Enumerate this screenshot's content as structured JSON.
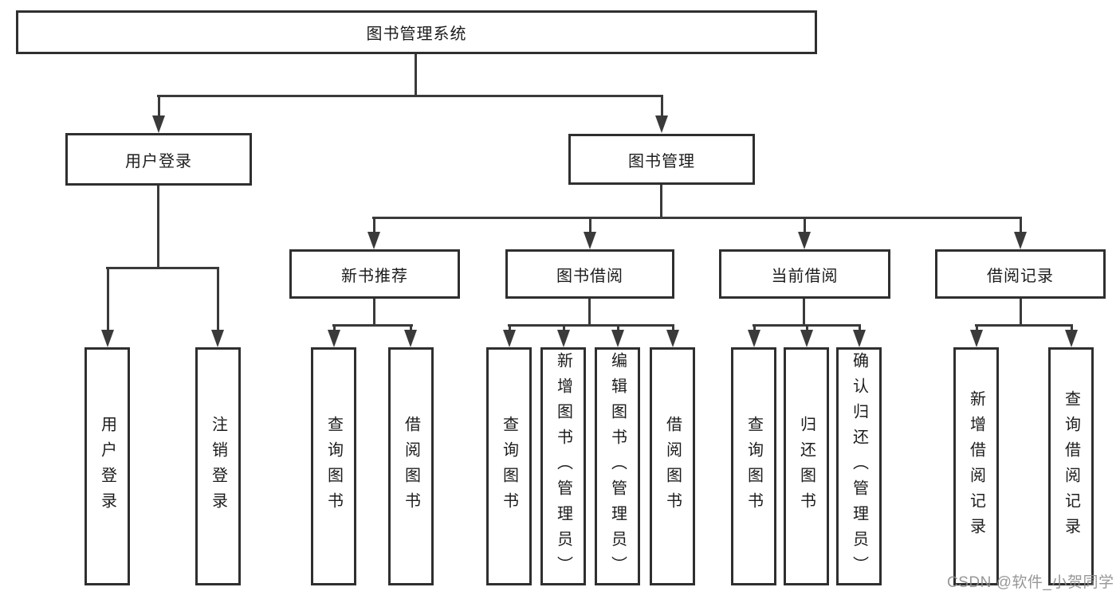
{
  "diagram": {
    "root": {
      "label": "图书管理系统"
    },
    "level2": [
      {
        "label": "用户登录",
        "children": [
          {
            "label": "用户登录"
          },
          {
            "label": "注销登录"
          }
        ]
      },
      {
        "label": "图书管理",
        "children": [
          {
            "label": "新书推荐",
            "children": [
              {
                "label": "查询图书"
              },
              {
                "label": "借阅图书"
              }
            ]
          },
          {
            "label": "图书借阅",
            "children": [
              {
                "label": "查询图书"
              },
              {
                "label": "新增图书（管理员）"
              },
              {
                "label": "编辑图书（管理员）"
              },
              {
                "label": "借阅图书"
              }
            ]
          },
          {
            "label": "当前借阅",
            "children": [
              {
                "label": "查询图书"
              },
              {
                "label": "归还图书"
              },
              {
                "label": "确认归还（管理员）"
              }
            ]
          },
          {
            "label": "借阅记录",
            "children": [
              {
                "label": "新增借阅记录"
              },
              {
                "label": "查询借阅记录"
              }
            ]
          }
        ]
      }
    ]
  },
  "watermark": "CSDN @软件_小贺同学"
}
